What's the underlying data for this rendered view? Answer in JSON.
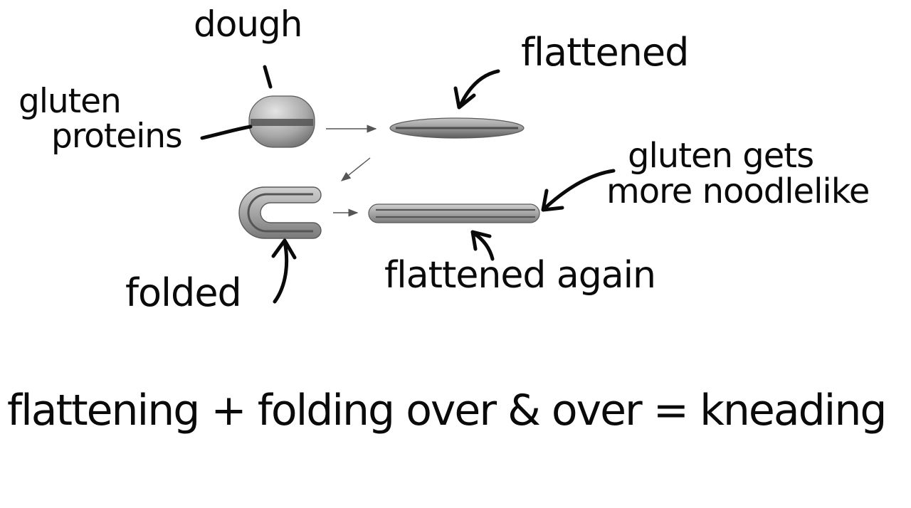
{
  "labels": {
    "dough": "dough",
    "flattened": "flattened",
    "gluten_proteins_line1": "gluten",
    "gluten_proteins_line2": "proteins",
    "gluten_noodle_line1": "gluten gets",
    "gluten_noodle_line2": "more noodlelike",
    "folded": "folded",
    "flattened_again": "flattened again"
  },
  "caption": "flattening + folding over & over = kneading",
  "colors": {
    "ink": "#0a0a0a",
    "dough_light": "#d6d6d6",
    "dough_dark": "#6a6a6a",
    "gluten_band": "#555555",
    "thin_arrow": "#555555"
  }
}
